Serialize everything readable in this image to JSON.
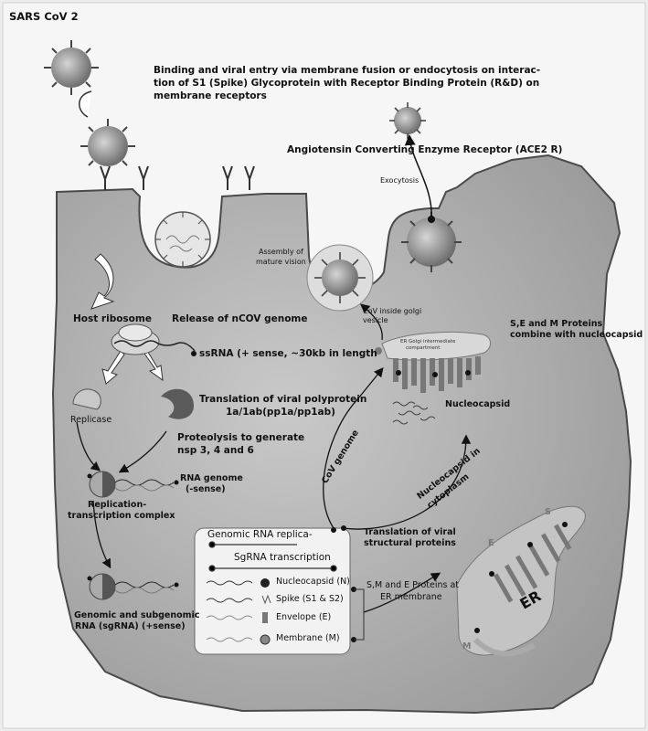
{
  "title": "SARS CoV 2",
  "entry_text": [
    "Binding and viral entry via membrane  fusion or endocytosis on interac-",
    "tion of S1 (Spike) Glycoprotein with Receptor Binding Protein (R&D) on",
    "membrane receptors"
  ],
  "ace2_label": "Angiotensin Converting Enzyme Receptor (ACE2 R)",
  "exocytosis": "Exocytosis",
  "assembly": [
    "Assembly of",
    "mature vision"
  ],
  "golgi_vesicle": [
    "CoV inside golgi",
    "vesicle"
  ],
  "er_golgi_compartment": [
    "ER Golgi intermediate",
    "compartment"
  ],
  "sem_proteins": [
    "S,E and M Proteins",
    "combine with nucleocapsid"
  ],
  "nucleocapsid": "Nucleocapsid",
  "nucleocapsid_cytoplasm": [
    "Nucleocapsid in",
    "cytoplasm"
  ],
  "cov_genome": "CoV genome",
  "host_ribosome": "Host ribosome",
  "release": "Release of nCOV genome",
  "ssrna": "ssRNA (+ sense, ~30kb in length",
  "replicase": "Replicase",
  "translation_polyprotein": [
    "Translation  of viral polyprotein",
    "1a/1ab(pp1a/pp1ab)"
  ],
  "proteolysis": [
    "Proteolysis to generate",
    "nsp 3, 4 and 6"
  ],
  "rna_genome": [
    "RNA genome",
    "(-sense)"
  ],
  "replication_complex": [
    "Replication-",
    "transcription complex"
  ],
  "genomic_subgenomic": [
    "Genomic and subgenomic",
    "RNA (sgRNA) (+sense)"
  ],
  "box": {
    "replication": "Genomic RNA replica-",
    "transcription": "SgRNA transcription",
    "legend": [
      "Nucleocapsid (N)",
      "Spike (S1 & S2)",
      "Envelope (E)",
      "Membrane (M)"
    ]
  },
  "translation_structural": [
    "Translation of viral",
    "structural proteins"
  ],
  "sme_er": [
    "S,M and E Proteins at",
    "ER membrane"
  ],
  "er": "ER",
  "er_letters": [
    "S",
    "E",
    "M"
  ]
}
